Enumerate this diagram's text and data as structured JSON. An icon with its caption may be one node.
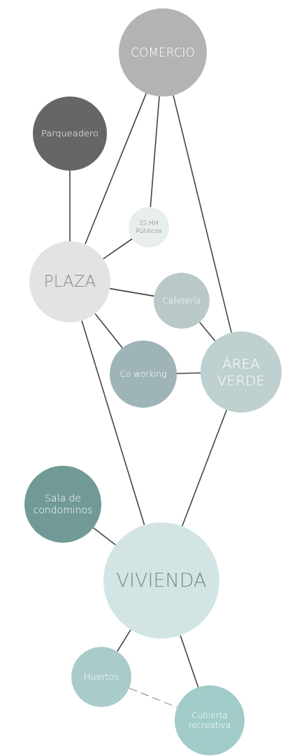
{
  "diagram": {
    "nodes": [
      {
        "text": [
          "COMERCIO"
        ]
      },
      {
        "text": [
          "Parqueadero"
        ]
      },
      {
        "text": [
          "SS.HH Públicos"
        ]
      },
      {
        "text": [
          "PLAZA"
        ]
      },
      {
        "text": [
          "Cafetería"
        ]
      },
      {
        "text": [
          "Co working"
        ]
      },
      {
        "text": [
          "ÁREA VERDE"
        ]
      },
      {
        "text": [
          "Sala de condominos"
        ]
      },
      {
        "text": [
          "VIVIENDA"
        ]
      },
      {
        "text": [
          "Huertos"
        ]
      },
      {
        "text": [
          "Cubierta recreativa"
        ]
      }
    ],
    "edges": [
      {
        "from": 0,
        "to": 3,
        "arrow": "none"
      },
      {
        "from": 0,
        "to": 2,
        "arrow": "none"
      },
      {
        "from": 0,
        "to": 6,
        "arrow": "none"
      },
      {
        "from": 1,
        "to": 3,
        "arrow": "none"
      },
      {
        "from": 2,
        "to": 3,
        "arrow": "none"
      },
      {
        "from": 3,
        "to": 4,
        "arrow": "none"
      },
      {
        "from": 3,
        "to": 5,
        "arrow": "none"
      },
      {
        "from": 4,
        "to": 6,
        "arrow": "none"
      },
      {
        "from": 5,
        "to": 6,
        "arrow": "none"
      },
      {
        "from": 3,
        "to": 8,
        "arrow": "none"
      },
      {
        "from": 6,
        "to": 8,
        "arrow": "none"
      },
      {
        "from": 7,
        "to": 8,
        "arrow": "none"
      },
      {
        "from": 8,
        "to": 9,
        "arrow": "none"
      },
      {
        "from": 8,
        "to": 10,
        "arrow": "none"
      },
      {
        "from": 9,
        "to": 10,
        "arrow": "none",
        "style": "dashed"
      }
    ]
  }
}
